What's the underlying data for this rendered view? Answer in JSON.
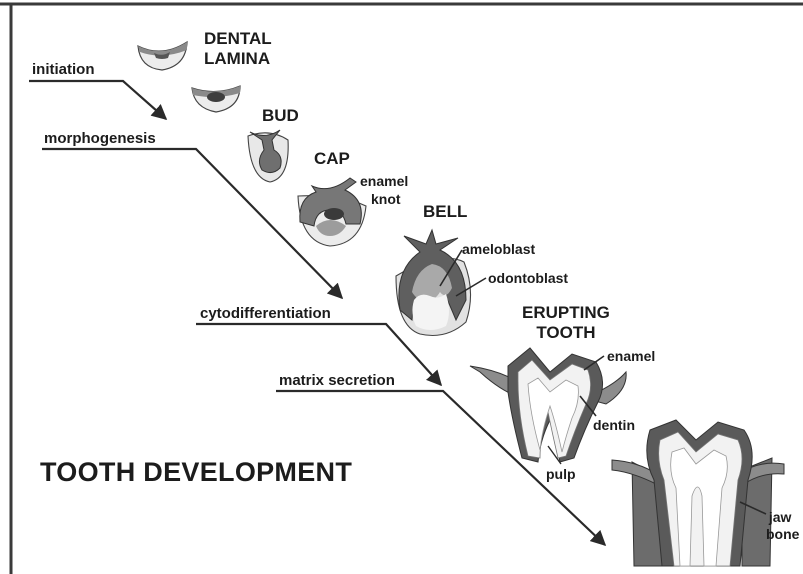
{
  "title": "TOOTH DEVELOPMENT",
  "stages": {
    "dental_lamina": [
      "DENTAL",
      "LAMINA"
    ],
    "bud": "BUD",
    "cap": "CAP",
    "bell": "BELL",
    "erupting": [
      "ERUPTING",
      "TOOTH"
    ]
  },
  "phases": {
    "initiation": "initiation",
    "morphogenesis": "morphogenesis",
    "cytodifferentiation": "cytodifferentiation",
    "matrix_secretion": "matrix secretion"
  },
  "parts": {
    "cap_enamel_knot": [
      "enamel",
      "knot"
    ],
    "ameloblast": "ameloblast",
    "odontoblast": "odontoblast",
    "enamel": "enamel",
    "dentin": "dentin",
    "pulp": "pulp",
    "jaw_bone": [
      "jaw",
      "bone"
    ]
  },
  "colors": {
    "dark_tissue": "#5a5a5a",
    "mid_tissue": "#8e8e8e",
    "light_tissue": "#d4d4d4",
    "line": "#2a2a2a"
  }
}
